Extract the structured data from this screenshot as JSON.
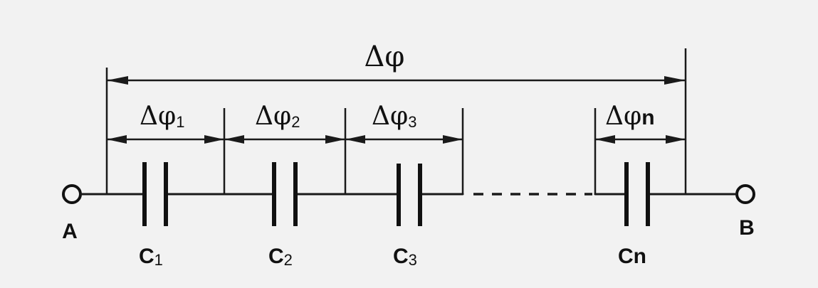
{
  "terminals": {
    "left": "A",
    "right": "B"
  },
  "total_voltage": {
    "symbol": "Δφ"
  },
  "segment_voltages": [
    {
      "symbol": "Δφ",
      "subscript": "1"
    },
    {
      "symbol": "Δφ",
      "subscript": "2"
    },
    {
      "symbol": "Δφ",
      "subscript": "3"
    },
    {
      "symbol": "Δφ",
      "subscript": "n"
    }
  ],
  "capacitors": [
    {
      "letter": "C",
      "subscript": "1"
    },
    {
      "letter": "C",
      "subscript": "2"
    },
    {
      "letter": "C",
      "subscript": "3"
    },
    {
      "letter": "C",
      "subscript": "n"
    }
  ]
}
